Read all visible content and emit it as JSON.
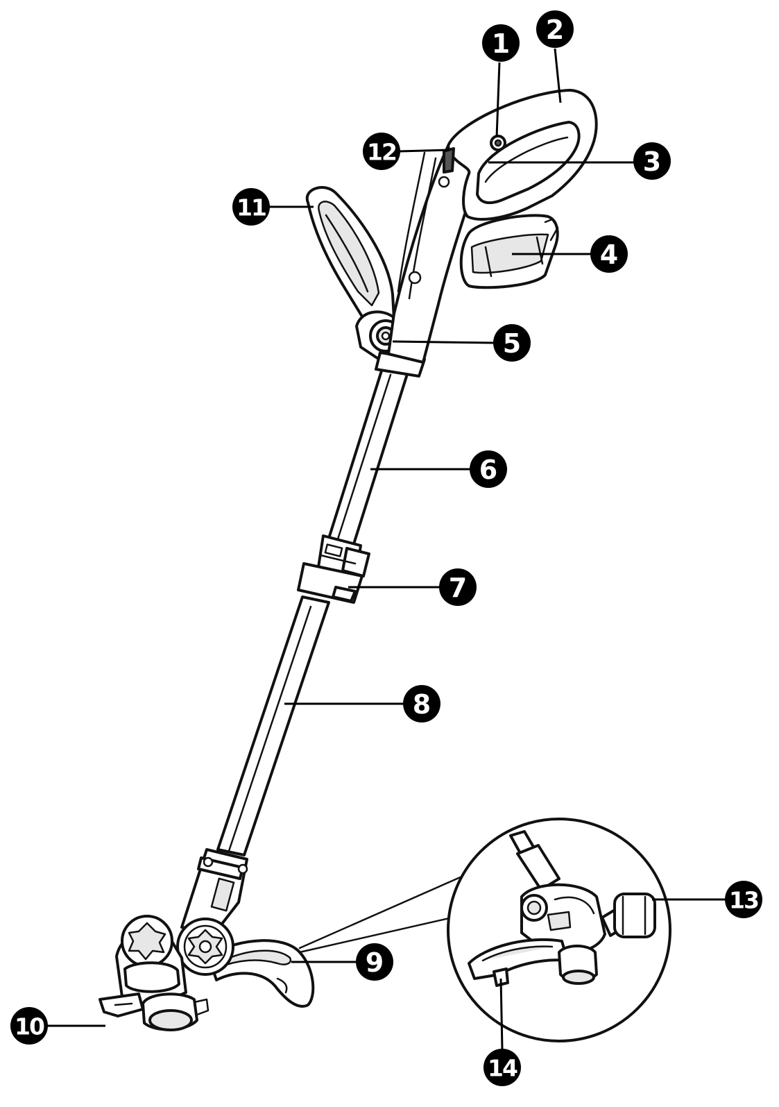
{
  "callouts": [
    {
      "id": "1",
      "label": "1"
    },
    {
      "id": "2",
      "label": "2"
    },
    {
      "id": "3",
      "label": "3"
    },
    {
      "id": "4",
      "label": "4"
    },
    {
      "id": "5",
      "label": "5"
    },
    {
      "id": "6",
      "label": "6"
    },
    {
      "id": "7",
      "label": "7"
    },
    {
      "id": "8",
      "label": "8"
    },
    {
      "id": "9",
      "label": "9"
    },
    {
      "id": "10",
      "label": "10"
    },
    {
      "id": "11",
      "label": "11"
    },
    {
      "id": "12",
      "label": "12"
    },
    {
      "id": "13",
      "label": "13"
    },
    {
      "id": "14",
      "label": "14"
    }
  ],
  "colors": {
    "ink": "#111111",
    "badge": "#000000",
    "badge_text": "#ffffff",
    "background": "#ffffff"
  }
}
